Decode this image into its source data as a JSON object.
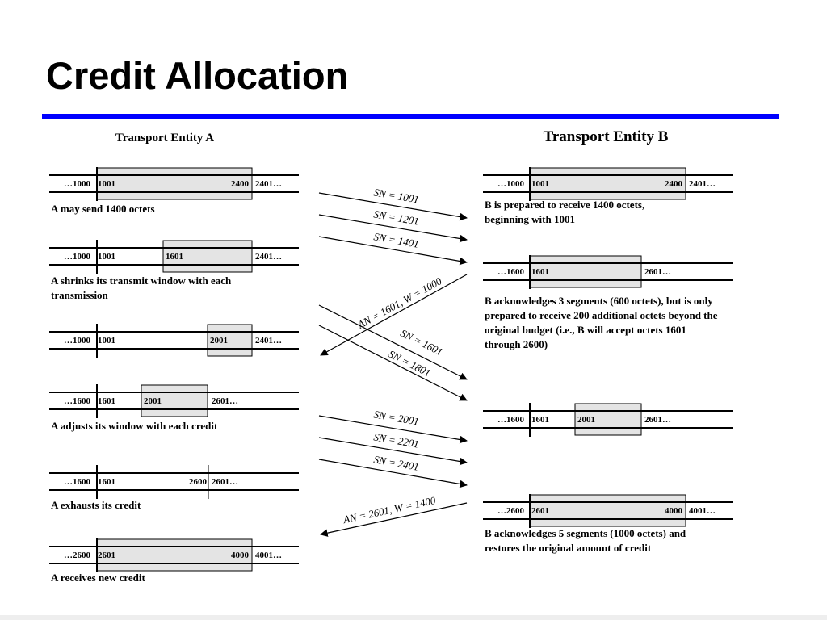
{
  "slide": {
    "title": "Credit Allocation"
  },
  "colors": {
    "rule": "#0000ff",
    "window": "#e4e4e4",
    "ink": "#000000"
  },
  "entity_a": {
    "heading": "Transport Entity A",
    "rows": [
      {
        "left": "…1000",
        "start": "1001",
        "end": "2400",
        "after": "2401…",
        "caption": [
          "A may send 1400 octets"
        ]
      },
      {
        "left": "…1000",
        "start": "1001",
        "mid": "1601",
        "after": "2401…",
        "caption": [
          "A shrinks its transmit window with each",
          "transmission"
        ]
      },
      {
        "left": "…1000",
        "start": "1001",
        "mid": "2001",
        "after": "2401…",
        "caption": []
      },
      {
        "left": "…1600",
        "start": "1601",
        "mid": "2001",
        "after": "2601…",
        "caption": [
          "A adjusts its window with each credit"
        ]
      },
      {
        "left": "…1600",
        "start": "1601",
        "end": "2600",
        "after": "2601…",
        "caption": [
          "A exhausts its credit"
        ]
      },
      {
        "left": "…2600",
        "start": "2601",
        "end": "4000",
        "after": "4001…",
        "caption": [
          "A receives new credit"
        ]
      }
    ]
  },
  "entity_b": {
    "heading": "Transport Entity B",
    "rows": [
      {
        "left": "…1000",
        "start": "1001",
        "end": "2400",
        "after": "2401…",
        "caption": [
          "B is prepared to receive 1400 octets,",
          "beginning with 1001"
        ]
      },
      {
        "left": "…1600",
        "start": "1601",
        "after": "2601…",
        "caption": [
          "B acknowledges 3 segments (600 octets), but is only",
          "prepared to receive 200 additional octets beyond the",
          "original budget (i.e., B will accept octets 1601",
          "through 2600)"
        ]
      },
      {
        "left": "…1600",
        "start": "1601",
        "mid": "2001",
        "after": "2601…",
        "caption": []
      },
      {
        "left": "…2600",
        "start": "2601",
        "end": "4000",
        "after": "4001…",
        "caption": [
          "B acknowledges 5 segments (1000 octets) and",
          "restores the original amount of credit"
        ]
      }
    ]
  },
  "messages": [
    {
      "label": "SN = 1001",
      "direction": "A→B"
    },
    {
      "label": "SN = 1201",
      "direction": "A→B"
    },
    {
      "label": "SN = 1401",
      "direction": "A→B"
    },
    {
      "label": "AN = 1601, W = 1000",
      "direction": "B→A"
    },
    {
      "label": "SN = 1601",
      "direction": "A→B"
    },
    {
      "label": "SN = 1801",
      "direction": "A→B"
    },
    {
      "label": "SN = 2001",
      "direction": "A→B"
    },
    {
      "label": "SN = 2201",
      "direction": "A→B"
    },
    {
      "label": "SN = 2401",
      "direction": "A→B"
    },
    {
      "label": "AN = 2601, W = 1400",
      "direction": "B→A"
    }
  ]
}
